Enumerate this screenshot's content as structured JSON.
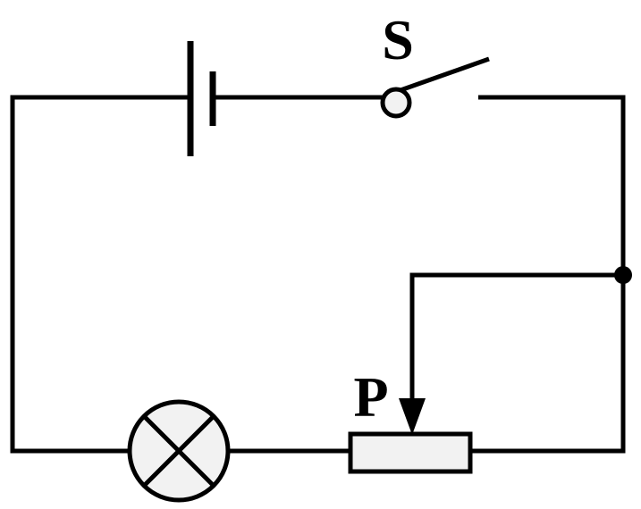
{
  "diagram": {
    "switch_label": "S",
    "slider_label": "P"
  },
  "colors": {
    "line": "#000000",
    "component_fill": "#f2f2f2",
    "background": "#ffffff"
  },
  "components": [
    {
      "name": "battery",
      "icon": "battery-cell-icon"
    },
    {
      "name": "switch",
      "icon": "open-switch-icon",
      "label": "S",
      "state": "open"
    },
    {
      "name": "lamp",
      "icon": "lamp-icon"
    },
    {
      "name": "rheostat",
      "icon": "sliding-rheostat-icon",
      "label": "P"
    },
    {
      "name": "junction",
      "icon": "junction-dot-icon"
    }
  ]
}
